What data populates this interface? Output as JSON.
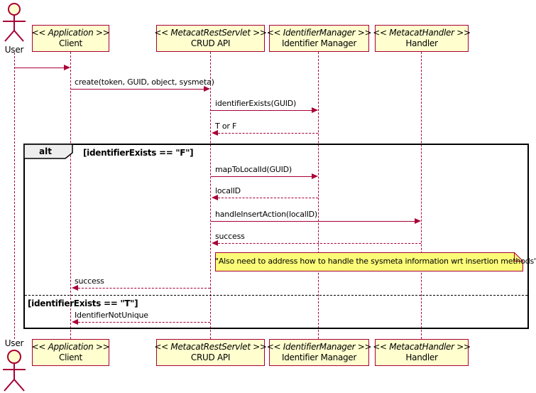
{
  "actors": {
    "top_label": "User",
    "bottom_label": "User"
  },
  "participants": [
    {
      "stereotype": "<< Application >>",
      "name": "Client"
    },
    {
      "stereotype": "<< MetacatRestServlet >>",
      "name": "CRUD API"
    },
    {
      "stereotype": "<< IdentifierManager >>",
      "name": "Identifier Manager"
    },
    {
      "stereotype": "<< MetacatHandler >>",
      "name": "Handler"
    }
  ],
  "messages": [
    {
      "from": "User",
      "to": "Client",
      "label": "",
      "style": "solid"
    },
    {
      "from": "Client",
      "to": "CRUD API",
      "label": "create(token, GUID, object, sysmeta)",
      "style": "solid"
    },
    {
      "from": "CRUD API",
      "to": "Identifier Manager",
      "label": "identifierExists(GUID)",
      "style": "solid"
    },
    {
      "from": "Identifier Manager",
      "to": "CRUD API",
      "label": "T or F",
      "style": "dashed"
    },
    {
      "from": "CRUD API",
      "to": "Identifier Manager",
      "label": "mapToLocalId(GUID)",
      "style": "solid"
    },
    {
      "from": "Identifier Manager",
      "to": "CRUD API",
      "label": "localID",
      "style": "dashed"
    },
    {
      "from": "CRUD API",
      "to": "Handler",
      "label": "handleInsertAction(localID)",
      "style": "solid"
    },
    {
      "from": "Handler",
      "to": "CRUD API",
      "label": "success",
      "style": "dashed"
    },
    {
      "from": "CRUD API",
      "to": "Client",
      "label": "success",
      "style": "dashed"
    },
    {
      "from": "CRUD API",
      "to": "Client",
      "label": "IdentifierNotUnique",
      "style": "dashed"
    }
  ],
  "alt": {
    "operator": "alt",
    "guard_if": "[identifierExists == \"F\"]",
    "guard_else": "[identifierExists == \"T\"]"
  },
  "note": {
    "text": "\"Also need to address how to handle the sysmeta information wrt insertion methods\""
  },
  "colors": {
    "accent": "#A80036",
    "box_fill": "#FEFECE",
    "note_fill": "#FBFB77",
    "frame_label_fill": "#EEEEEE",
    "frame_border": "#000000",
    "background": "#FFFFFF"
  }
}
